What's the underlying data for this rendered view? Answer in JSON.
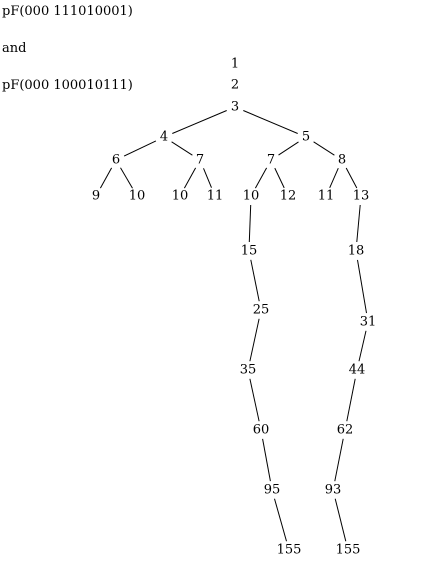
{
  "header": {
    "line1": "pF(000 111010001)",
    "connector": "and",
    "line2": "pF(000 100010111)"
  },
  "tree": {
    "nodes": [
      {
        "id": "n1",
        "label": "1"
      },
      {
        "id": "n2",
        "label": "2"
      },
      {
        "id": "n3",
        "label": "3"
      },
      {
        "id": "n4",
        "label": "4"
      },
      {
        "id": "n5",
        "label": "5"
      },
      {
        "id": "n6",
        "label": "6"
      },
      {
        "id": "n7a",
        "label": "7"
      },
      {
        "id": "n7b",
        "label": "7"
      },
      {
        "id": "n8",
        "label": "8"
      },
      {
        "id": "n9",
        "label": "9"
      },
      {
        "id": "n10a",
        "label": "10"
      },
      {
        "id": "n10b",
        "label": "10"
      },
      {
        "id": "n11a",
        "label": "11"
      },
      {
        "id": "n10c",
        "label": "10"
      },
      {
        "id": "n12",
        "label": "12"
      },
      {
        "id": "n11b",
        "label": "11"
      },
      {
        "id": "n13",
        "label": "13"
      },
      {
        "id": "n15",
        "label": "15"
      },
      {
        "id": "n25",
        "label": "25"
      },
      {
        "id": "n35",
        "label": "35"
      },
      {
        "id": "n60",
        "label": "60"
      },
      {
        "id": "n95",
        "label": "95"
      },
      {
        "id": "n155a",
        "label": "155"
      },
      {
        "id": "n18",
        "label": "18"
      },
      {
        "id": "n31",
        "label": "31"
      },
      {
        "id": "n44",
        "label": "44"
      },
      {
        "id": "n62",
        "label": "62"
      },
      {
        "id": "n93",
        "label": "93"
      },
      {
        "id": "n155b",
        "label": "155"
      }
    ],
    "edges": [
      [
        "n3",
        "n4"
      ],
      [
        "n3",
        "n5"
      ],
      [
        "n4",
        "n6"
      ],
      [
        "n4",
        "n7a"
      ],
      [
        "n5",
        "n7b"
      ],
      [
        "n5",
        "n8"
      ],
      [
        "n6",
        "n9"
      ],
      [
        "n6",
        "n10a"
      ],
      [
        "n7a",
        "n10b"
      ],
      [
        "n7a",
        "n11a"
      ],
      [
        "n7b",
        "n10c"
      ],
      [
        "n7b",
        "n12"
      ],
      [
        "n8",
        "n11b"
      ],
      [
        "n8",
        "n13"
      ],
      [
        "n10c",
        "n15"
      ],
      [
        "n15",
        "n25"
      ],
      [
        "n25",
        "n35"
      ],
      [
        "n35",
        "n60"
      ],
      [
        "n60",
        "n95"
      ],
      [
        "n95",
        "n155a"
      ],
      [
        "n13",
        "n18"
      ],
      [
        "n18",
        "n31"
      ],
      [
        "n31",
        "n44"
      ],
      [
        "n44",
        "n62"
      ],
      [
        "n62",
        "n93"
      ],
      [
        "n93",
        "n155b"
      ]
    ]
  }
}
